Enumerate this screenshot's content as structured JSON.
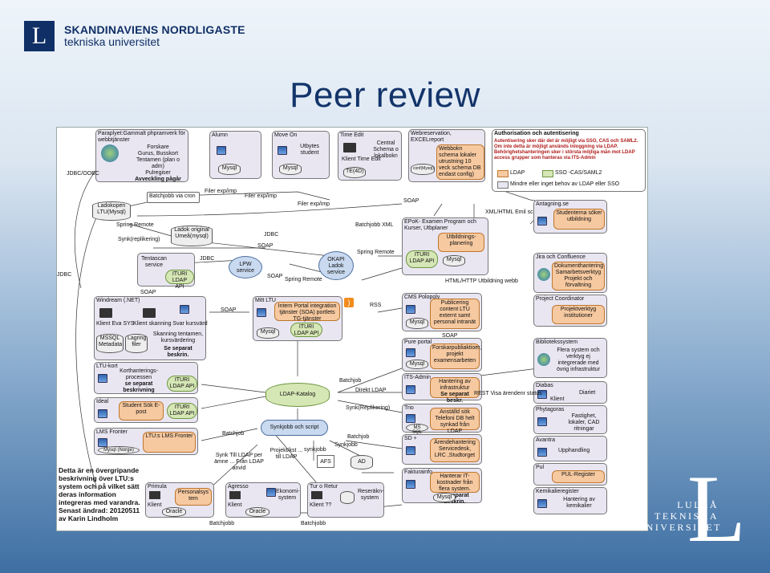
{
  "branding": {
    "top_line1": "SKANDINAVIENS NORDLIGASTE",
    "top_line2": "tekniska universitet",
    "bottom_line1": "LULEÅ",
    "bottom_line2": "TEKNISKA",
    "bottom_line3": "UNIVERSITET",
    "logo_letter": "L"
  },
  "slide": {
    "title": "Peer review"
  },
  "diagram": {
    "paraply": {
      "title": "Paraplyet:Gammalt phpramverk för webbtjänster",
      "items": [
        "Forskare",
        "Gurus, Busskort",
        "Tentamen (plan o adm)",
        "Pulregiser"
      ],
      "status": "Avveckling pågår"
    },
    "alumn": {
      "title": "Alumn",
      "db": "Mysql"
    },
    "moveon": {
      "title": "Move On",
      "text": "Utbytes student",
      "db": "Mysql"
    },
    "timeedit": {
      "title": "Time Edit",
      "client": "Klient Time Edit",
      "text": "Central Schema o lokalbokn",
      "db": "TE(4D)"
    },
    "webres": {
      "title": "Webreservation, EXCELreport",
      "text": "Webbokn schema lokaler utrustning 10 veck schema DB endast config)",
      "db": "conf(Mysql)"
    },
    "auth": {
      "title": "Authorisation och autentisering",
      "text": "Autentisering sker där det är möjligt via SSO, CAS och SAML2. Om inte detta är möjligt används inloggning via LDAP. Behörighetshanteringen sker i största möjliga mån mot LDAP access grupper som hanteras via ITS-Admin",
      "legend_ldap": "LDAP",
      "legend_sso": "SSO -CAS/SAML2",
      "legend_less": "Mindre eller inget behov av LDAP eller SSO"
    },
    "ladokopen": {
      "text": "Ladokopen LTU(Mysql)"
    },
    "batch_cron": "Batchjobb via cron",
    "ladok_original": "Ladok original Umeå(mysql)",
    "epok": {
      "title": "EPoK- Examen Program och Kurser, Utbplaner",
      "text": "Utbildnings-planering",
      "api": "ITURI LDAP API",
      "db": "Mysql",
      "subtitle": "HTML/HTTP Utbildning webb"
    },
    "antagning": {
      "title": "Antagning.se",
      "text": "Studenterna söker utbildning"
    },
    "jira": {
      "title": "Jira och Confluence",
      "text": "Dokumenthantering Samarbetsverktyg Projekt och förvaltning"
    },
    "projcoord": {
      "title": "Project Coordinator",
      "text": "Projektverktyg institutioner"
    },
    "bibliotek": {
      "title": "Bibliotekssystem",
      "text": "Flera system och verktyg ej integrerade med övrig infrastruktur"
    },
    "diabas": {
      "title": "Diabas",
      "client": "Klient",
      "text": "Diariet"
    },
    "phytagoras": {
      "title": "Phytagoras",
      "text": "Fastighet, lokaler, CAD ritningar"
    },
    "avantra": {
      "title": "Avantra",
      "text": "Upphandling"
    },
    "pul": {
      "title": "Pul",
      "text": "PUL-Register"
    },
    "kemikalie": {
      "title": "Kemikalieregister",
      "text": "Hantering av kemikalier"
    },
    "tentascan": {
      "text": "Tentascan service",
      "api": "ITURI LDAP API"
    },
    "lpw": "LPW service",
    "okapi": "OKAPI Ladok service",
    "windream": {
      "title": "Windream (.NET)",
      "client1": "Klient Eva SYS",
      "client2": "Klient skanning Svar kursvärd",
      "db": "MSSQL Metadata",
      "store": "Lagring filer",
      "text": "Skanning tentamen, kursvärdering",
      "sep": "Se separat beskrin."
    },
    "mittltu": {
      "title": "Mitt LTU",
      "text": "Intern Portal integration tjänster (SOA) portlets TG-tjänster",
      "api": "ITURI LDAP API",
      "db": "Mysql"
    },
    "cms": {
      "title": "CMS Polopoly",
      "text": "Publicering content LTU externt samt personal intranät",
      "db": "Mysql"
    },
    "pure": {
      "title": "Pure portal",
      "text": "Forskarpubliaktioer, projekt examensarbeten",
      "db": "Mysql"
    },
    "itsadmin": {
      "title": "ITS-Admin",
      "text": "Hantering av infrastruktur",
      "sep": "Se separat beskr."
    },
    "trio": {
      "title": "Trio",
      "text": "Anställd sök Telefoni DB helt synkad från LDAP",
      "db": "MS SQL"
    },
    "sd": {
      "title": "SD +",
      "text": "Ärendehantering Servicedesk, LRC ,Studtorget"
    },
    "faktura": {
      "title": "Fakturainfo",
      "text": "Hanterar IT-kostnader från flera system.",
      "sep": "Se separat beskrin.",
      "db": "Mysql"
    },
    "ltukort": {
      "title": "LTU-kort",
      "text": "Korthanterings-processen",
      "sep": "se separat beskrivning",
      "api": "ITURI LDAP API"
    },
    "ideal": {
      "title": "Ideal",
      "text": "Student Sök E-post",
      "api": "ITURI LDAP API"
    },
    "lms": {
      "title": "LMS Fronter",
      "text": "LTU:s LMS Fronter",
      "db": "Mysql (Norge)"
    },
    "ldapkatalog": "LDAP-Katalog",
    "synk": "Synkjobb och script",
    "primula": {
      "title": "Primula",
      "client": "Klient",
      "text": "Personalsys tem",
      "db": "Oracle"
    },
    "agresso": {
      "title": "Agresso",
      "client": "Klient",
      "text": "Ekonomi-system",
      "db": "Oracle"
    },
    "turoretur": {
      "title": "Tur o Retur",
      "client": "Klient ??",
      "text": "Reseräkn-system"
    },
    "afs": "AFS",
    "ad": "AD",
    "info_note": "Detta är en övergripande beskrivning över LTU:s system och på vilket sätt deras information integreras med varandra. Senast ändrad: 20120511 av Karin Lindholm",
    "labels": {
      "jdbc_oobc": "JDBC/OOBC",
      "jdbc": "JDBC",
      "jdbc2": "JDBC",
      "jdbc3": "JDBC",
      "file1": "Filer exp/imp",
      "file2": "Filer exp/imp",
      "file3": "Filer exp/imp",
      "spring1": "Spring Remote",
      "spring2": "Spring Remote",
      "spring3": "Spring Remote",
      "synkrepl": "Synk(replikering)",
      "synkrepl2": "Synk(Replikering)",
      "soap1": "SOAP",
      "soap2": "SOAP",
      "soap3": "SOAP",
      "soap4": "SOAP",
      "soap5": "SOAP",
      "soap6": "SOAP",
      "batchxml": "Batchjobb XML",
      "xmlhtml": "XML/HTML Emil schema",
      "rss": "RSS",
      "batch1": "Batchjob",
      "batch2": "Batchjob",
      "batch3": "Batchjob",
      "batch4": "Batchjobb",
      "batch5": "Batchjobb",
      "direkt": "Direkt LDAP",
      "rest": "REST Visa ärendenr status",
      "synkldap": "Synk Till LDAP per ämne ... Från LDAP anvid",
      "projekt": "Projekt/kst ... till LDAP",
      "synkjobb": "synkjobb",
      "synkjobb2": "Synkjobb"
    }
  }
}
